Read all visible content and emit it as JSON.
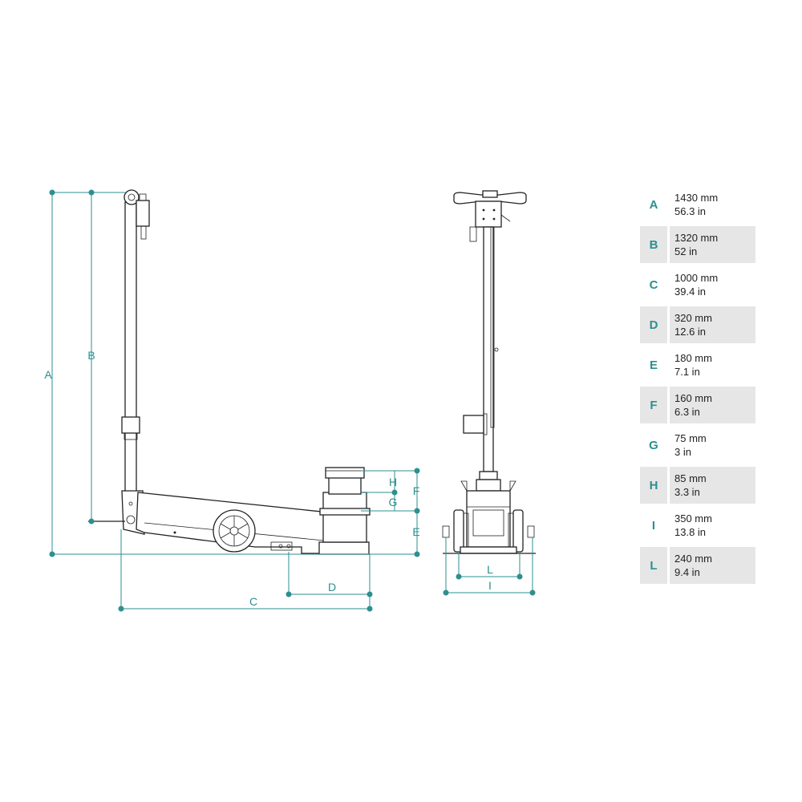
{
  "colors": {
    "accent": "#2e8f8f",
    "line": "#222222",
    "row_shade": "#e6e6e6"
  },
  "dimension_labels": {
    "A": "A",
    "B": "B",
    "C": "C",
    "D": "D",
    "E": "E",
    "F": "F",
    "G": "G",
    "H": "H",
    "I": "I",
    "L": "L"
  },
  "specs": [
    {
      "key": "A",
      "mm": "1430 mm",
      "inch": "56.3 in"
    },
    {
      "key": "B",
      "mm": "1320 mm",
      "inch": "52 in"
    },
    {
      "key": "C",
      "mm": "1000 mm",
      "inch": "39.4 in"
    },
    {
      "key": "D",
      "mm": "320 mm",
      "inch": "12.6 in"
    },
    {
      "key": "E",
      "mm": "180 mm",
      "inch": "7.1 in"
    },
    {
      "key": "F",
      "mm": "160 mm",
      "inch": "6.3 in"
    },
    {
      "key": "G",
      "mm": "75 mm",
      "inch": "3 in"
    },
    {
      "key": "H",
      "mm": "85 mm",
      "inch": "3.3 in"
    },
    {
      "key": "I",
      "mm": "350 mm",
      "inch": "13.8 in"
    },
    {
      "key": "L",
      "mm": "240 mm",
      "inch": "9.4 in"
    }
  ]
}
